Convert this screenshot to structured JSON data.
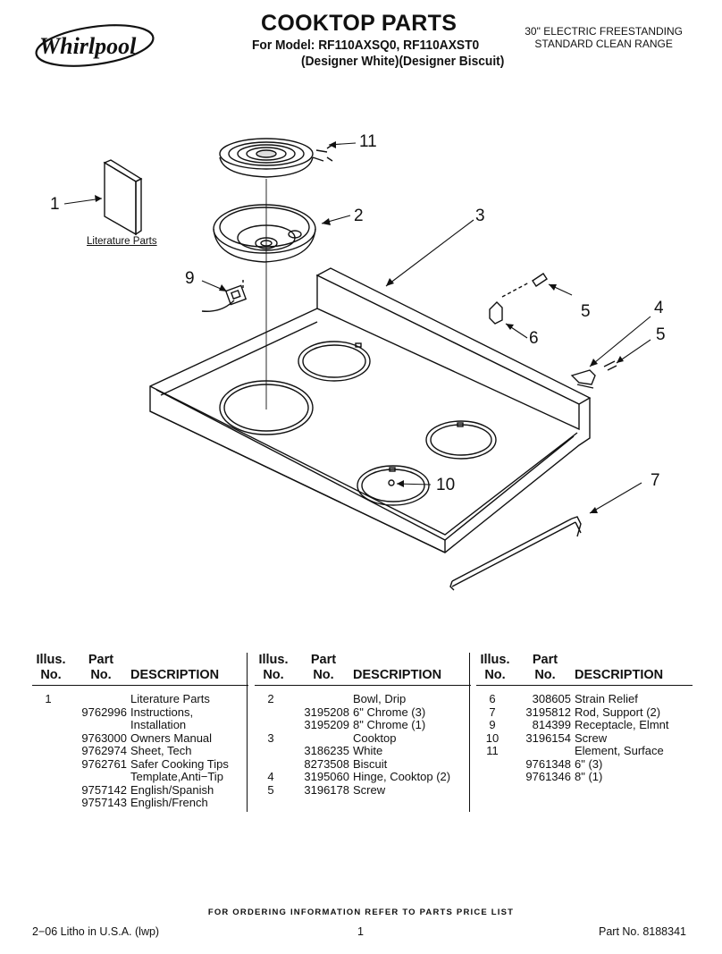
{
  "header": {
    "brand": "Whirlpool",
    "title": "COOKTOP PARTS",
    "model_line": "For Model: RF110AXSQ0, RF110AXST0",
    "variant_line": "(Designer White)(Designer Biscuit)",
    "range_line1": "30\" ELECTRIC FREESTANDING",
    "range_line2": "STANDARD CLEAN RANGE"
  },
  "diagram": {
    "literature_label": "Literature Parts",
    "callouts": [
      "1",
      "2",
      "3",
      "4",
      "5",
      "5",
      "6",
      "7",
      "9",
      "10",
      "11"
    ]
  },
  "table_headers": {
    "illus_1": "Illus.",
    "illus_2": "No.",
    "part_1": "Part",
    "part_2": "No.",
    "desc": "DESCRIPTION"
  },
  "parts_tables": [
    [
      {
        "illus": "1",
        "part": "",
        "desc": "Literature Parts"
      },
      {
        "illus": "",
        "part": "9762996",
        "desc": "Instructions,"
      },
      {
        "illus": "",
        "part": "",
        "desc": "Installation"
      },
      {
        "illus": "",
        "part": "9763000",
        "desc": "Owners Manual"
      },
      {
        "illus": "",
        "part": "9762974",
        "desc": "Sheet, Tech"
      },
      {
        "illus": "",
        "part": "9762761",
        "desc": "Safer Cooking Tips"
      },
      {
        "illus": "",
        "part": "",
        "desc": "Template,Anti−Tip"
      },
      {
        "illus": "",
        "part": "9757142",
        "desc": "English/Spanish"
      },
      {
        "illus": "",
        "part": "9757143",
        "desc": "English/French"
      }
    ],
    [
      {
        "illus": "2",
        "part": "",
        "desc": "Bowl, Drip"
      },
      {
        "illus": "",
        "part": "3195208",
        "desc": "6\" Chrome (3)"
      },
      {
        "illus": "",
        "part": "3195209",
        "desc": "8\" Chrome (1)"
      },
      {
        "illus": "3",
        "part": "",
        "desc": "Cooktop"
      },
      {
        "illus": "",
        "part": "3186235",
        "desc": "White"
      },
      {
        "illus": "",
        "part": "8273508",
        "desc": "Biscuit"
      },
      {
        "illus": "4",
        "part": "3195060",
        "desc": "Hinge, Cooktop (2)"
      },
      {
        "illus": "5",
        "part": "3196178",
        "desc": "Screw"
      }
    ],
    [
      {
        "illus": "6",
        "part": "308605",
        "desc": "Strain Relief"
      },
      {
        "illus": "7",
        "part": "3195812",
        "desc": "Rod, Support (2)"
      },
      {
        "illus": "9",
        "part": "814399",
        "desc": "Receptacle, Elmnt"
      },
      {
        "illus": "10",
        "part": "3196154",
        "desc": "Screw"
      },
      {
        "illus": "11",
        "part": "",
        "desc": "Element, Surface"
      },
      {
        "illus": "",
        "part": "9761348",
        "desc": "6\" (3)"
      },
      {
        "illus": "",
        "part": "9761346",
        "desc": "8\" (1)"
      }
    ]
  ],
  "footer": {
    "order_note": "FOR ORDERING INFORMATION REFER TO PARTS PRICE LIST",
    "litho": "2−06 Litho in U.S.A. (lwp)",
    "page": "1",
    "part_no": "Part No. 8188341"
  }
}
